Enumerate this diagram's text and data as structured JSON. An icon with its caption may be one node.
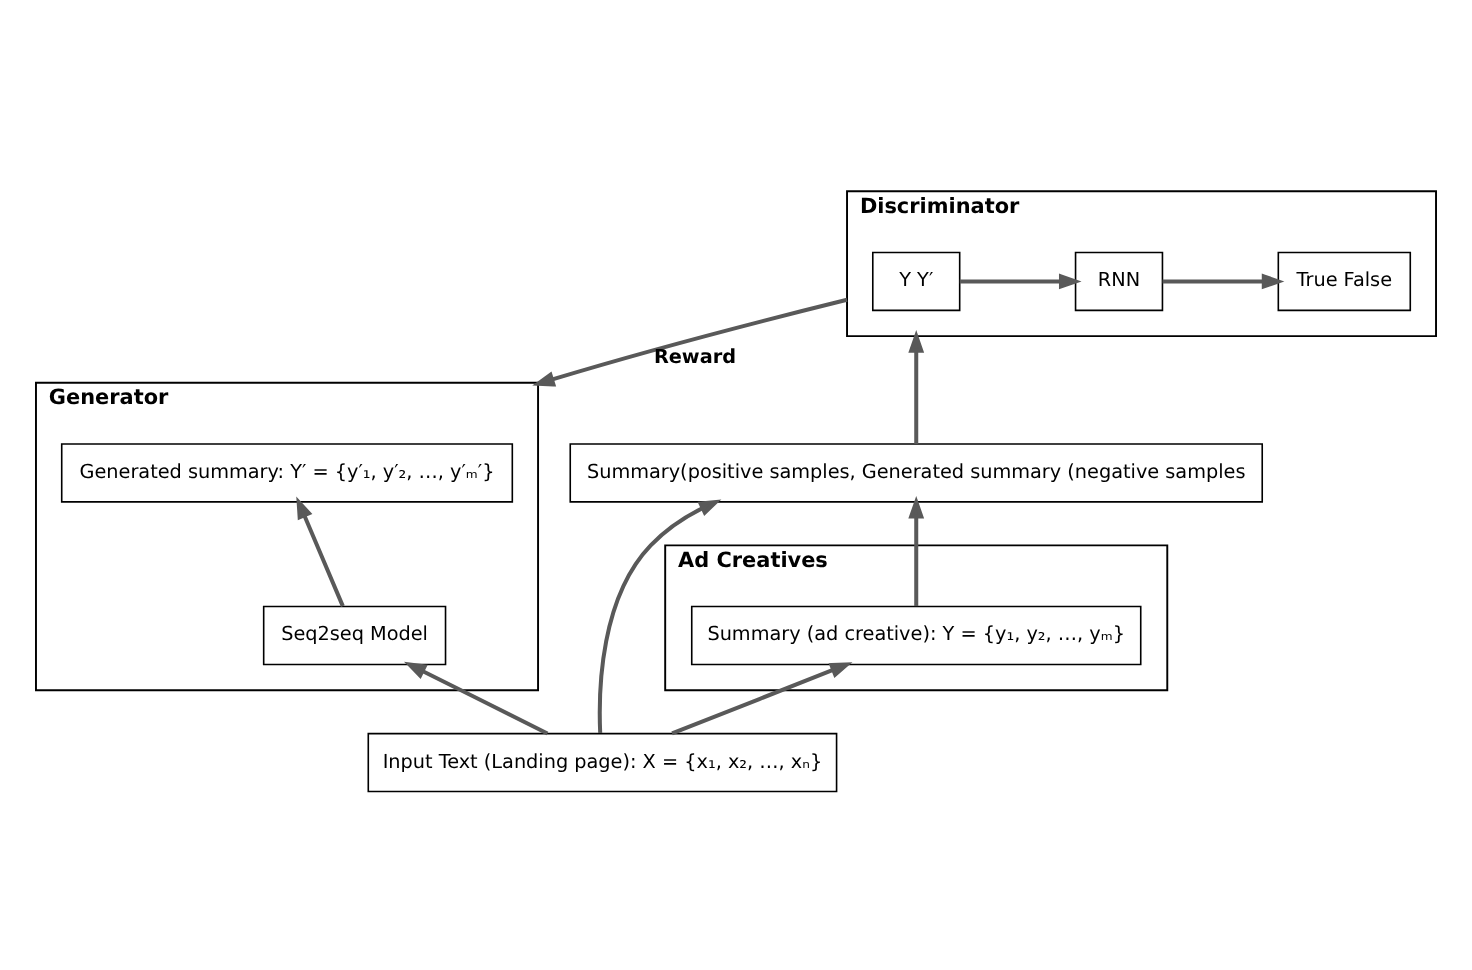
{
  "diagram": {
    "nodes": [
      {
        "text": [
          "Discriminator"
        ]
      },
      {
        "text": [
          "Y Y′"
        ],
        "in": 0
      },
      {
        "text": [
          "RNN"
        ],
        "in": 0
      },
      {
        "text": [
          "True False"
        ],
        "in": 0
      },
      {
        "text": [
          "Summary(positive samples, Generated summary (negative samples"
        ]
      },
      {
        "text": [
          "Ad Creatives"
        ]
      },
      {
        "text": [
          "Summary (ad creative): Y = {y₁, y₂, …, yₘ}"
        ],
        "in": 5
      },
      {
        "text": [
          "Generator"
        ]
      },
      {
        "text": [
          "Generated summary: Y′ = {y′₁, y′₂, …, y′ₘ′}"
        ],
        "in": 7
      },
      {
        "text": [
          "Seq2seq Model"
        ],
        "in": 7
      },
      {
        "text": [
          "Input Text (Landing page): X = {x₁, x₂, …, xₙ}"
        ]
      }
    ],
    "edges": [
      {
        "from": 1,
        "to": 2,
        "arrow": "to"
      },
      {
        "from": 2,
        "to": 3,
        "arrow": "to"
      },
      {
        "from": 4,
        "to": 0,
        "arrow": "to"
      },
      {
        "from": 0,
        "to": 7,
        "arrow": "to",
        "label": "Reward"
      },
      {
        "from": 6,
        "to": 4,
        "arrow": "to"
      },
      {
        "from": 10,
        "to": 6,
        "arrow": "to"
      },
      {
        "from": 10,
        "to": 4,
        "arrow": "to"
      },
      {
        "from": 10,
        "to": 9,
        "arrow": "to"
      },
      {
        "from": 9,
        "to": 8,
        "arrow": "to"
      }
    ]
  }
}
